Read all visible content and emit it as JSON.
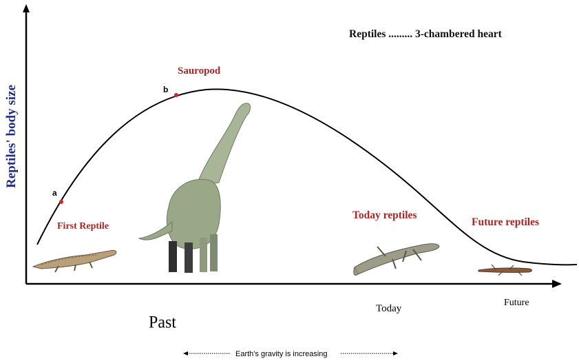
{
  "y_axis_label": "Reptiles' body size",
  "heading": "Reptiles ......... 3-chambered heart",
  "point_a_label": "a",
  "point_b_label": "b",
  "labels": {
    "sauropod": "Sauropod",
    "first_reptile": "First Reptile",
    "today_reptiles": "Today reptiles",
    "future_reptiles": "Future reptiles"
  },
  "x_ticks": {
    "past": "Past",
    "today": "Today",
    "future": "Future"
  },
  "gravity_note": "Earth's gravity is increasing",
  "colors": {
    "axis": "#000000",
    "curve": "#000000",
    "y_label": "#1f2d8f",
    "label_red": "#b22222",
    "point": "#e02020"
  },
  "images": [
    "crocodile-illustration",
    "sauropod-illustration",
    "lizard-illustration",
    "small-lizard-illustration"
  ]
}
